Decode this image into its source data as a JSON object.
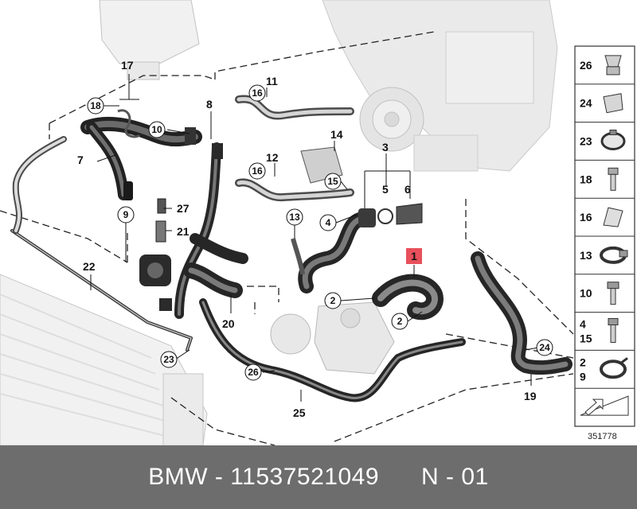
{
  "callouts": [
    {
      "id": "c17",
      "text": "17"
    },
    {
      "id": "c18",
      "text": "18"
    },
    {
      "id": "c10a",
      "text": "10"
    },
    {
      "id": "c8",
      "text": "8"
    },
    {
      "id": "c11",
      "text": "11"
    },
    {
      "id": "c16a",
      "text": "16"
    },
    {
      "id": "c7",
      "text": "7"
    },
    {
      "id": "c14",
      "text": "14"
    },
    {
      "id": "c3",
      "text": "3"
    },
    {
      "id": "c12",
      "text": "12"
    },
    {
      "id": "c16b",
      "text": "16"
    },
    {
      "id": "c15",
      "text": "15"
    },
    {
      "id": "c5",
      "text": "5"
    },
    {
      "id": "c6",
      "text": "6"
    },
    {
      "id": "c9",
      "text": "9"
    },
    {
      "id": "c27",
      "text": "27"
    },
    {
      "id": "c21",
      "text": "21"
    },
    {
      "id": "c13",
      "text": "13"
    },
    {
      "id": "c4",
      "text": "4"
    },
    {
      "id": "c1",
      "text": "1"
    },
    {
      "id": "c22",
      "text": "22"
    },
    {
      "id": "c2a",
      "text": "2"
    },
    {
      "id": "c2b",
      "text": "2"
    },
    {
      "id": "c20",
      "text": "20"
    },
    {
      "id": "c23",
      "text": "23"
    },
    {
      "id": "c26",
      "text": "26"
    },
    {
      "id": "c24",
      "text": "24"
    },
    {
      "id": "c25",
      "text": "25"
    },
    {
      "id": "c19",
      "text": "19"
    }
  ],
  "parts_panel": [
    {
      "label": "26",
      "icon": "clamp-spring-icon"
    },
    {
      "label": "24",
      "icon": "clip-icon"
    },
    {
      "label": "23",
      "icon": "hose-clamp-icon"
    },
    {
      "label": "18",
      "icon": "bolt-icon"
    },
    {
      "label": "16",
      "icon": "bracket-clip-icon"
    },
    {
      "label": "13",
      "icon": "band-clamp-icon"
    },
    {
      "label": "10",
      "icon": "hex-bolt-icon"
    },
    {
      "label": "4\n15",
      "icon": "screw-icon"
    },
    {
      "label": "2\n9",
      "icon": "spring-clamp-icon"
    },
    {
      "label": "",
      "icon": "arrow-icon"
    }
  ],
  "diagram_ref": "351778",
  "highlight_color": "#e8505b",
  "banner": {
    "text": "BMW - 11537521049      N - 01"
  }
}
